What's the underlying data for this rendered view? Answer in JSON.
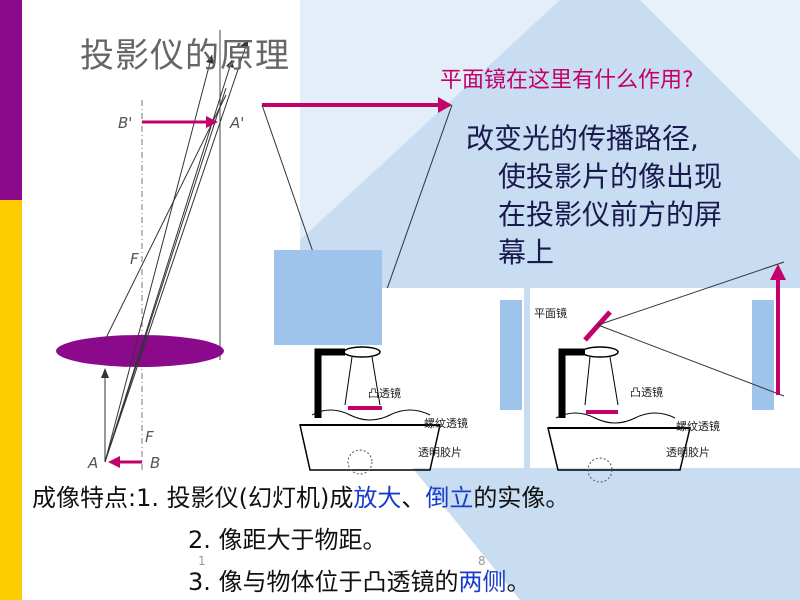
{
  "title": "投影仪的原理",
  "question": "平面镜在这里有什么作用?",
  "answer_lines": [
    "改变光的传播路径,",
    "使投影片的像出现",
    "在投影仪前方的屏",
    "幕上"
  ],
  "diagram_labels": {
    "b_prime": "B'",
    "a_prime": "A'",
    "f_top": "F",
    "f_bottom": "F",
    "a": "A",
    "b": "B"
  },
  "device_labels": {
    "lens": "凸透镜",
    "fresnel": "螺纹透镜",
    "slide": "透明胶片",
    "lens2": "凸透镜",
    "fresnel2": "螺纹透镜",
    "slide2": "透明胶片",
    "mirror": "平面镜"
  },
  "features": {
    "heading": "成像特点:",
    "item1_num": "1.",
    "item1_pre": "投影仪(幻灯机)成",
    "item1_hl1": "放大",
    "item1_sep": "、",
    "item1_hl2": "倒立",
    "item1_post": "的实像。",
    "item2_num": "2.",
    "item2_text": "像距大于物距。",
    "item3_num": "3.",
    "item3_pre": "像与物体位于凸透镜的",
    "item3_hl": "两侧",
    "item3_post": "。"
  },
  "page_marks": {
    "left": "1",
    "right": "8"
  },
  "colors": {
    "sidebar_purple": "#8b0a8b",
    "sidebar_yellow": "#ffcc00",
    "accent_pink": "#c4006a",
    "bg_blue": "#bfd6f0",
    "text_blue": "#1a3cc8"
  }
}
